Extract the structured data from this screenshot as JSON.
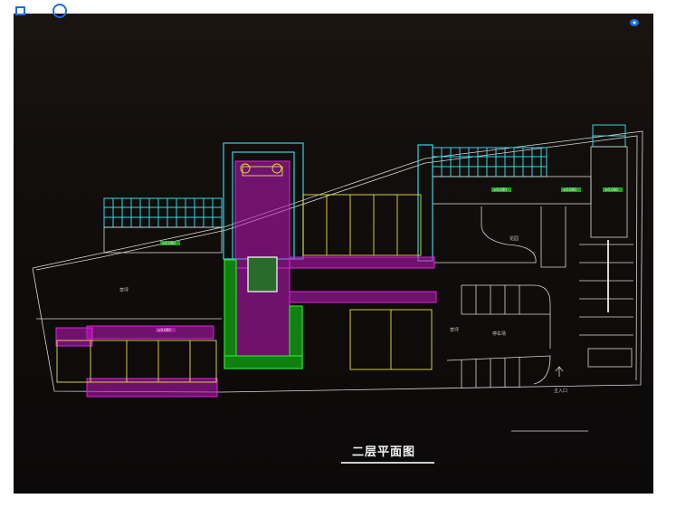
{
  "drawing": {
    "title": "二层平面图",
    "labels": {
      "garden": "花园",
      "lawn_left": "草坪",
      "lawn_right": "草坪",
      "parking": "停车场",
      "main_entrance": "主入口"
    },
    "elevations": [
      "±0.000",
      "±0.000",
      "±0.000",
      "±0.000",
      "±0.000"
    ]
  },
  "colors": {
    "cyan": "#33d6e0",
    "magenta": "#e020e0",
    "yellow": "#e8e040",
    "green": "#30e030",
    "lines": "#d8d8d8",
    "toolbar_blue": "#1a6fd8"
  },
  "toolbar": {
    "icons": [
      "layers-icon",
      "circle-icon",
      "eye-icon"
    ]
  }
}
